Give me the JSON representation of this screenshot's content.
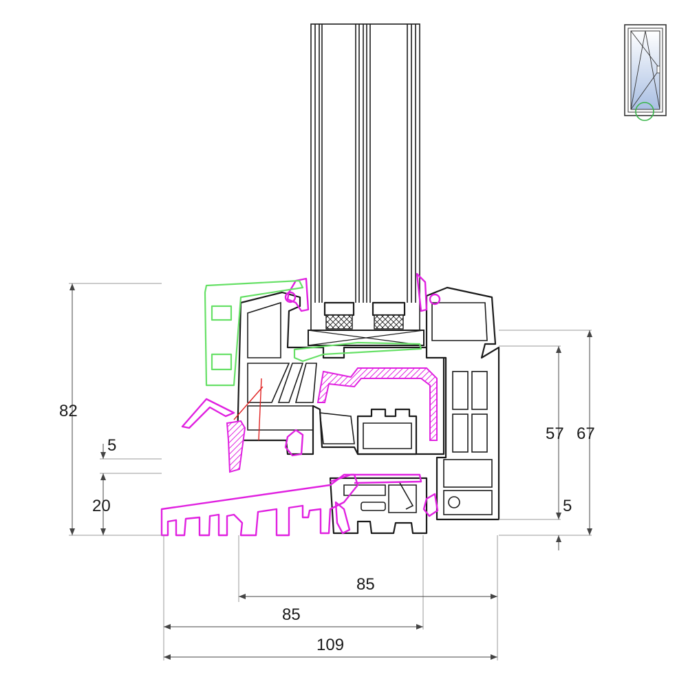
{
  "dimensions": {
    "overall_height": "82",
    "small_gap": "5",
    "sill_height": "20",
    "frame_height_57": "57",
    "frame_height_67": "67",
    "bottom_offset": "5",
    "width_top": "85",
    "width_middle": "85",
    "width_total": "109"
  },
  "colors": {
    "profile": "#1a1a1a",
    "gasket": "#e020e0",
    "bead": "#66e066",
    "thumbnail_marker": "#39b54a"
  },
  "thumbnail": {
    "icon": "window-tilt-turn-icon"
  }
}
